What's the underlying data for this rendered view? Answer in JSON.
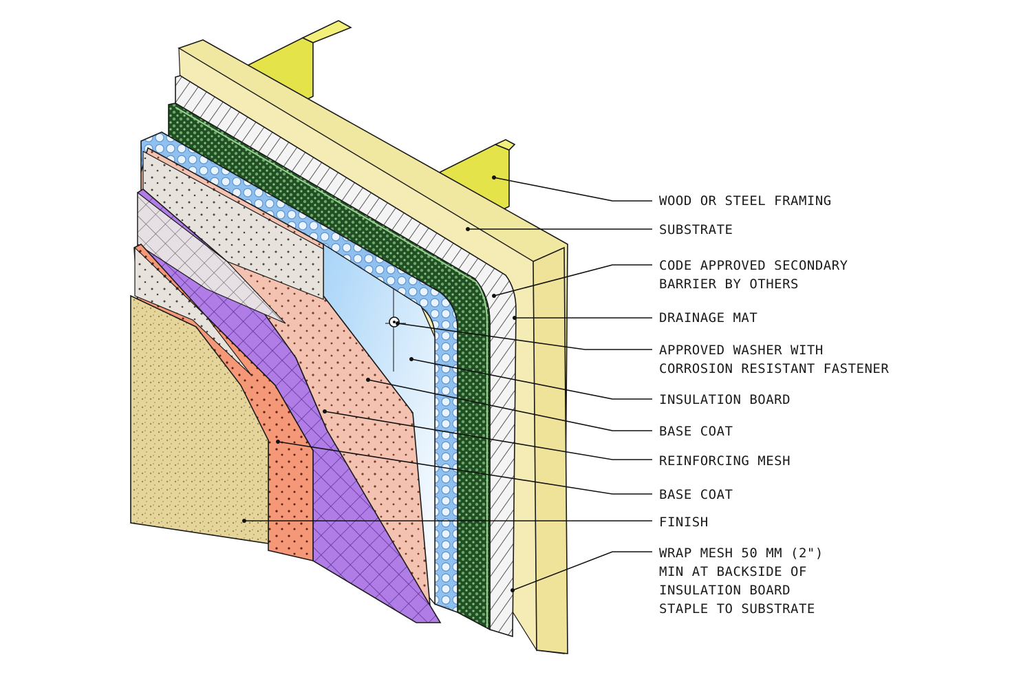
{
  "callouts": [
    {
      "id": "framing",
      "lines": [
        "WOOD OR STEEL FRAMING"
      ]
    },
    {
      "id": "substrate",
      "lines": [
        "SUBSTRATE"
      ]
    },
    {
      "id": "secondary-barrier",
      "lines": [
        "CODE APPROVED SECONDARY",
        "BARRIER BY OTHERS"
      ]
    },
    {
      "id": "drainage-mat",
      "lines": [
        "DRAINAGE MAT"
      ]
    },
    {
      "id": "washer",
      "lines": [
        "APPROVED WASHER WITH",
        "CORROSION RESISTANT FASTENER"
      ]
    },
    {
      "id": "insulation-board",
      "lines": [
        "INSULATION BOARD"
      ]
    },
    {
      "id": "base-coat-1",
      "lines": [
        "BASE COAT"
      ]
    },
    {
      "id": "reinforcing-mesh",
      "lines": [
        "REINFORCING MESH"
      ]
    },
    {
      "id": "base-coat-2",
      "lines": [
        "BASE COAT"
      ]
    },
    {
      "id": "finish",
      "lines": [
        "FINISH"
      ]
    },
    {
      "id": "wrap-mesh",
      "lines": [
        "WRAP MESH 50 MM (2\")",
        "MIN AT BACKSIDE OF",
        "INSULATION BOARD",
        "STAPLE TO SUBSTRATE"
      ]
    }
  ],
  "colors": {
    "framing": "#f0e7a0",
    "stud": "#e4e34a",
    "substrate": "#ffffff",
    "barrier": "#2f6b2f",
    "insulation": "#bfe0f7",
    "drainage": "#7fb0e8",
    "base_coat": "#f2b5a0",
    "base_coat_2": "#f59878",
    "mesh": "#b582e8",
    "finish": "#e8d7a0",
    "line": "#111111"
  }
}
